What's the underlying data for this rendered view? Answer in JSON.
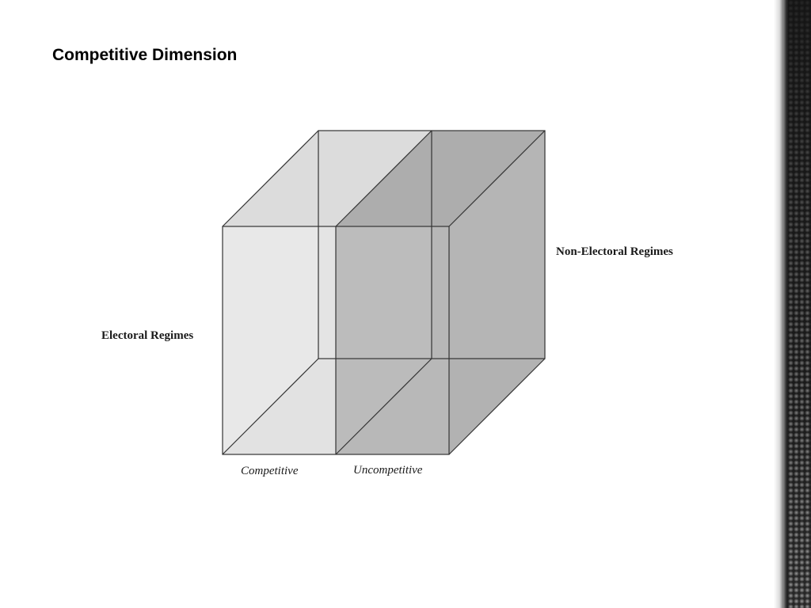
{
  "slide": {
    "title": "Competitive Dimension"
  },
  "diagram": {
    "labels": {
      "non_electoral": "Non-Electoral Regimes",
      "electoral": "Electoral Regimes",
      "competitive": "Competitive",
      "uncompetitive": "Uncompetitive"
    },
    "colors": {
      "light_block": "#e1e1e1",
      "dark_block": "#b3b3b3",
      "edge": "#333333"
    }
  }
}
